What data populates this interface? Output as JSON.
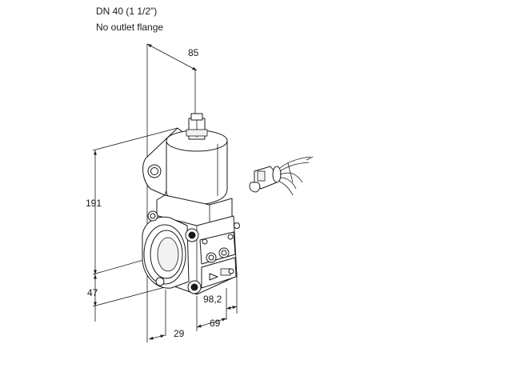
{
  "header": {
    "title": "DN 40 (1 1/2\")",
    "subtitle": "No outlet flange"
  },
  "dimensions": {
    "top_width": "85",
    "height_main": "191",
    "height_lower": "47",
    "depth_front": "29",
    "depth_side": "69",
    "side_offset": "98,2"
  },
  "colors": {
    "line": "#1a1a1a",
    "background": "#ffffff"
  }
}
